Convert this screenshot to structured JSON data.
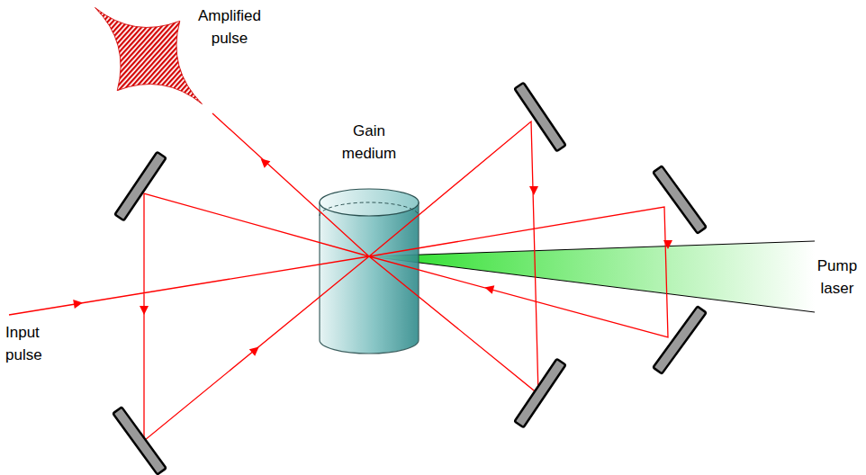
{
  "diagram": {
    "labels": [
      "Amplified pulse",
      "Gain medium",
      "Pump laser",
      "Input pulse"
    ]
  }
}
